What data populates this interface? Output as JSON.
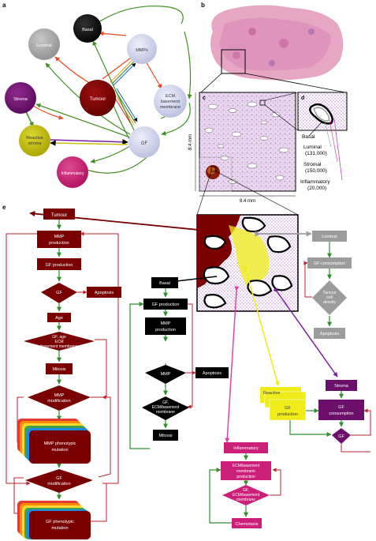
{
  "panels": {
    "a": "a",
    "b": "b",
    "c": "c",
    "d": "d",
    "e": "e"
  },
  "colors": {
    "tumour": "#7a0000",
    "basal": "#000000",
    "luminal": "#9c9c9c",
    "stroma": "#6b0f6b",
    "reactive": "#c9c10a",
    "inflammatory": "#cc1f7a",
    "gf": "#c8cce8",
    "green_arrow": "#3f8f1f",
    "orange_arrow": "#ee4a1f",
    "red_arrow": "#b3122a",
    "flow_green": "#2f8f2f"
  },
  "network": {
    "luminal": "Luminal",
    "basal": "Basal",
    "mmps": "MMPs",
    "ecm_line1": "ECM",
    "ecm_line2": "basement",
    "ecm_line3": "membrane",
    "stroma": "Stroma",
    "tumour": "Tumour",
    "reactive_line1": "Reactive",
    "reactive_line2": "stroma",
    "gf": "GF",
    "inflammatory": "Inflammatory"
  },
  "legend": {
    "basal": "Basal",
    "luminal_name": "Luminal",
    "luminal_count": "(131,000)",
    "stromal_name": "Stromal",
    "stromal_count": "(150,000)",
    "inflammatory_name": "Inflammatory",
    "inflammatory_count": "(20,000)"
  },
  "axes": {
    "vertical": "8.4 mm",
    "horizontal": "8.4 mm"
  },
  "tumour_flow": {
    "tumour": "Tumour",
    "mmp_production_1": "MMP",
    "mmp_production_2": "production",
    "gf_production": "GF production",
    "gf": "GF",
    "apoptosis": "Apoptosis",
    "age": "Age",
    "decision_1": "GF, age",
    "decision_2": "ECM",
    "decision_3": "basement membrane",
    "mitosis": "Mitosis",
    "mmp_mod_1": "MMP",
    "mmp_mod_2": "modification",
    "mmp_pheno_1": "MMP phenotypic",
    "mmp_pheno_2": "mutation",
    "gf_mod_1": "GF",
    "gf_mod_2": "modification",
    "gf_pheno_1": "GF phenotypic",
    "gf_pheno_2": "mutation"
  },
  "basal_flow": {
    "basal": "Basal",
    "gf_production": "GF production",
    "mmp_production_1": "MMP",
    "mmp_production_2": "production",
    "mmp": "MMP",
    "apoptosis": "Apoptosis",
    "decision_1": "GF,",
    "decision_2": "ECM/basement",
    "decision_3": "membrane",
    "mitosis": "Mitosis"
  },
  "luminal_flow": {
    "luminal": "Luminal",
    "gf_consumption": "GF consumption",
    "decision_1": "Tumour",
    "decision_2": "cell",
    "decision_3": "density",
    "apoptosis": "Apoptosis"
  },
  "stroma_flow": {
    "reactive": "Reactive",
    "gf_production_1": "GF",
    "gf_production_2": "production",
    "stroma": "Stroma",
    "gf_consumption_1": "GF",
    "gf_consumption_2": "consumption",
    "gf": "GF"
  },
  "inflammatory_flow": {
    "inflammatory": "Inflammatory",
    "ecm_1": "ECM/basement",
    "ecm_2": "membrane",
    "ecm_3": "production",
    "decision_1": "GF,",
    "decision_2": "ECM/basement",
    "decision_3": "membrane",
    "chemotaxis": "Chemotaxis"
  }
}
